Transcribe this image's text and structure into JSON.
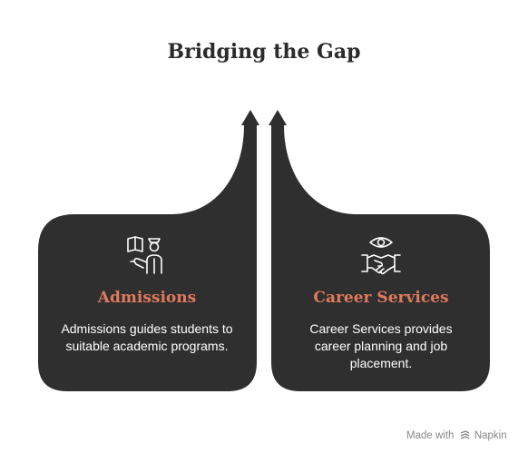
{
  "title": "Bridging the Gap",
  "cards": [
    {
      "title": "Admissions",
      "description": "Admissions guides students to suitable academic programs.",
      "icon": "admissions-guide-icon"
    },
    {
      "title": "Career Services",
      "description": "Career Services provides career planning and job placement.",
      "icon": "handshake-eye-icon"
    }
  ],
  "watermark": {
    "prefix": "Made with",
    "brand": "Napkin"
  },
  "colors": {
    "card_fill": "#2f2f2f",
    "card_title": "#e07a5c",
    "text": "#ffffff",
    "title": "#2b2b2b"
  }
}
